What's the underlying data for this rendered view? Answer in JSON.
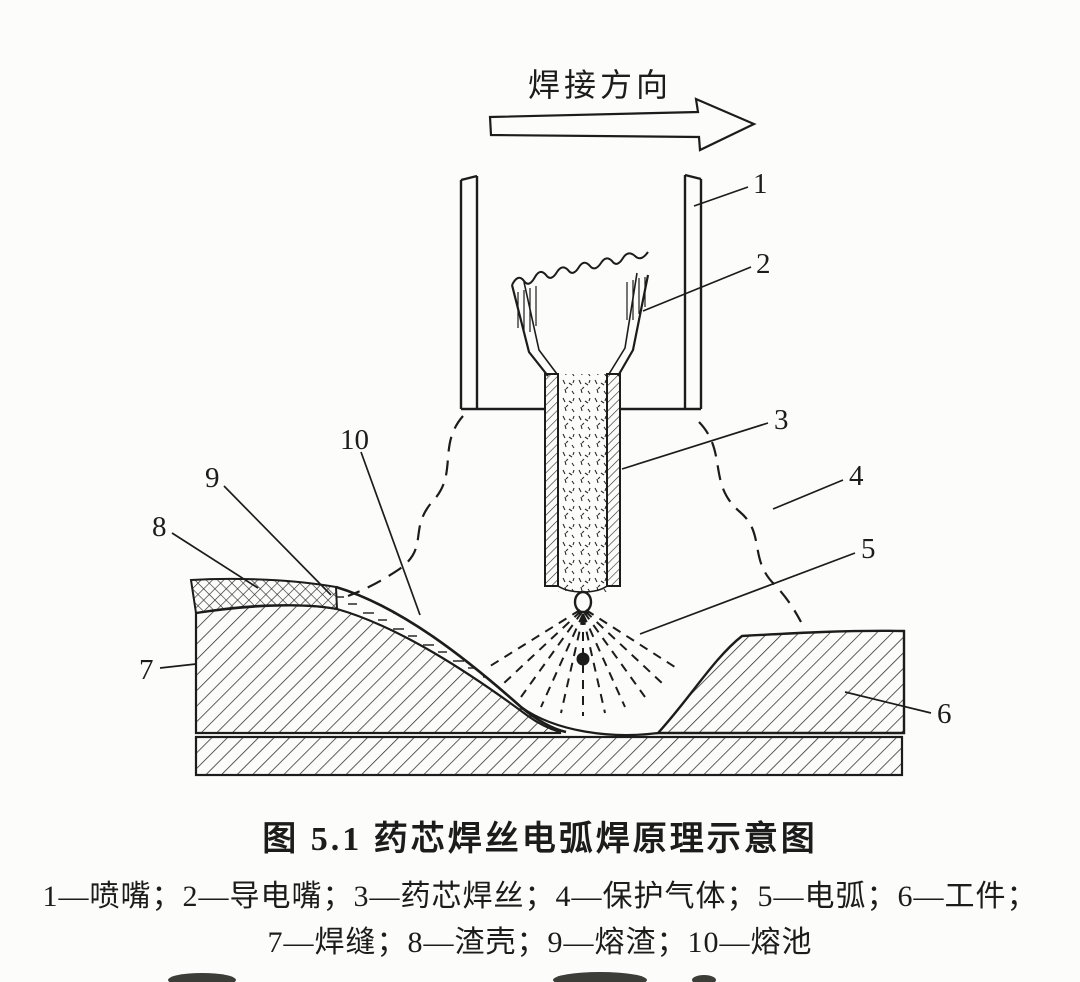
{
  "figure": {
    "direction_label": "焊接方向",
    "caption": "图 5.1  药芯焊丝电弧焊原理示意图",
    "legend_line1": "1—喷嘴；2—导电嘴；3—药芯焊丝；4—保护气体；5—电弧；6—工件；",
    "legend_line2": "7—焊缝；8—渣壳；9—熔渣；10—熔池",
    "callouts": [
      {
        "num": "1",
        "name": "喷嘴"
      },
      {
        "num": "2",
        "name": "导电嘴"
      },
      {
        "num": "3",
        "name": "药芯焊丝"
      },
      {
        "num": "4",
        "name": "保护气体"
      },
      {
        "num": "5",
        "name": "电弧"
      },
      {
        "num": "6",
        "name": "工件"
      },
      {
        "num": "7",
        "name": "焊缝"
      },
      {
        "num": "8",
        "name": "渣壳"
      },
      {
        "num": "9",
        "name": "熔渣"
      },
      {
        "num": "10",
        "name": "熔池"
      }
    ],
    "colors": {
      "ink": "#1c1c1c",
      "paper": "#fcfcfa"
    }
  }
}
